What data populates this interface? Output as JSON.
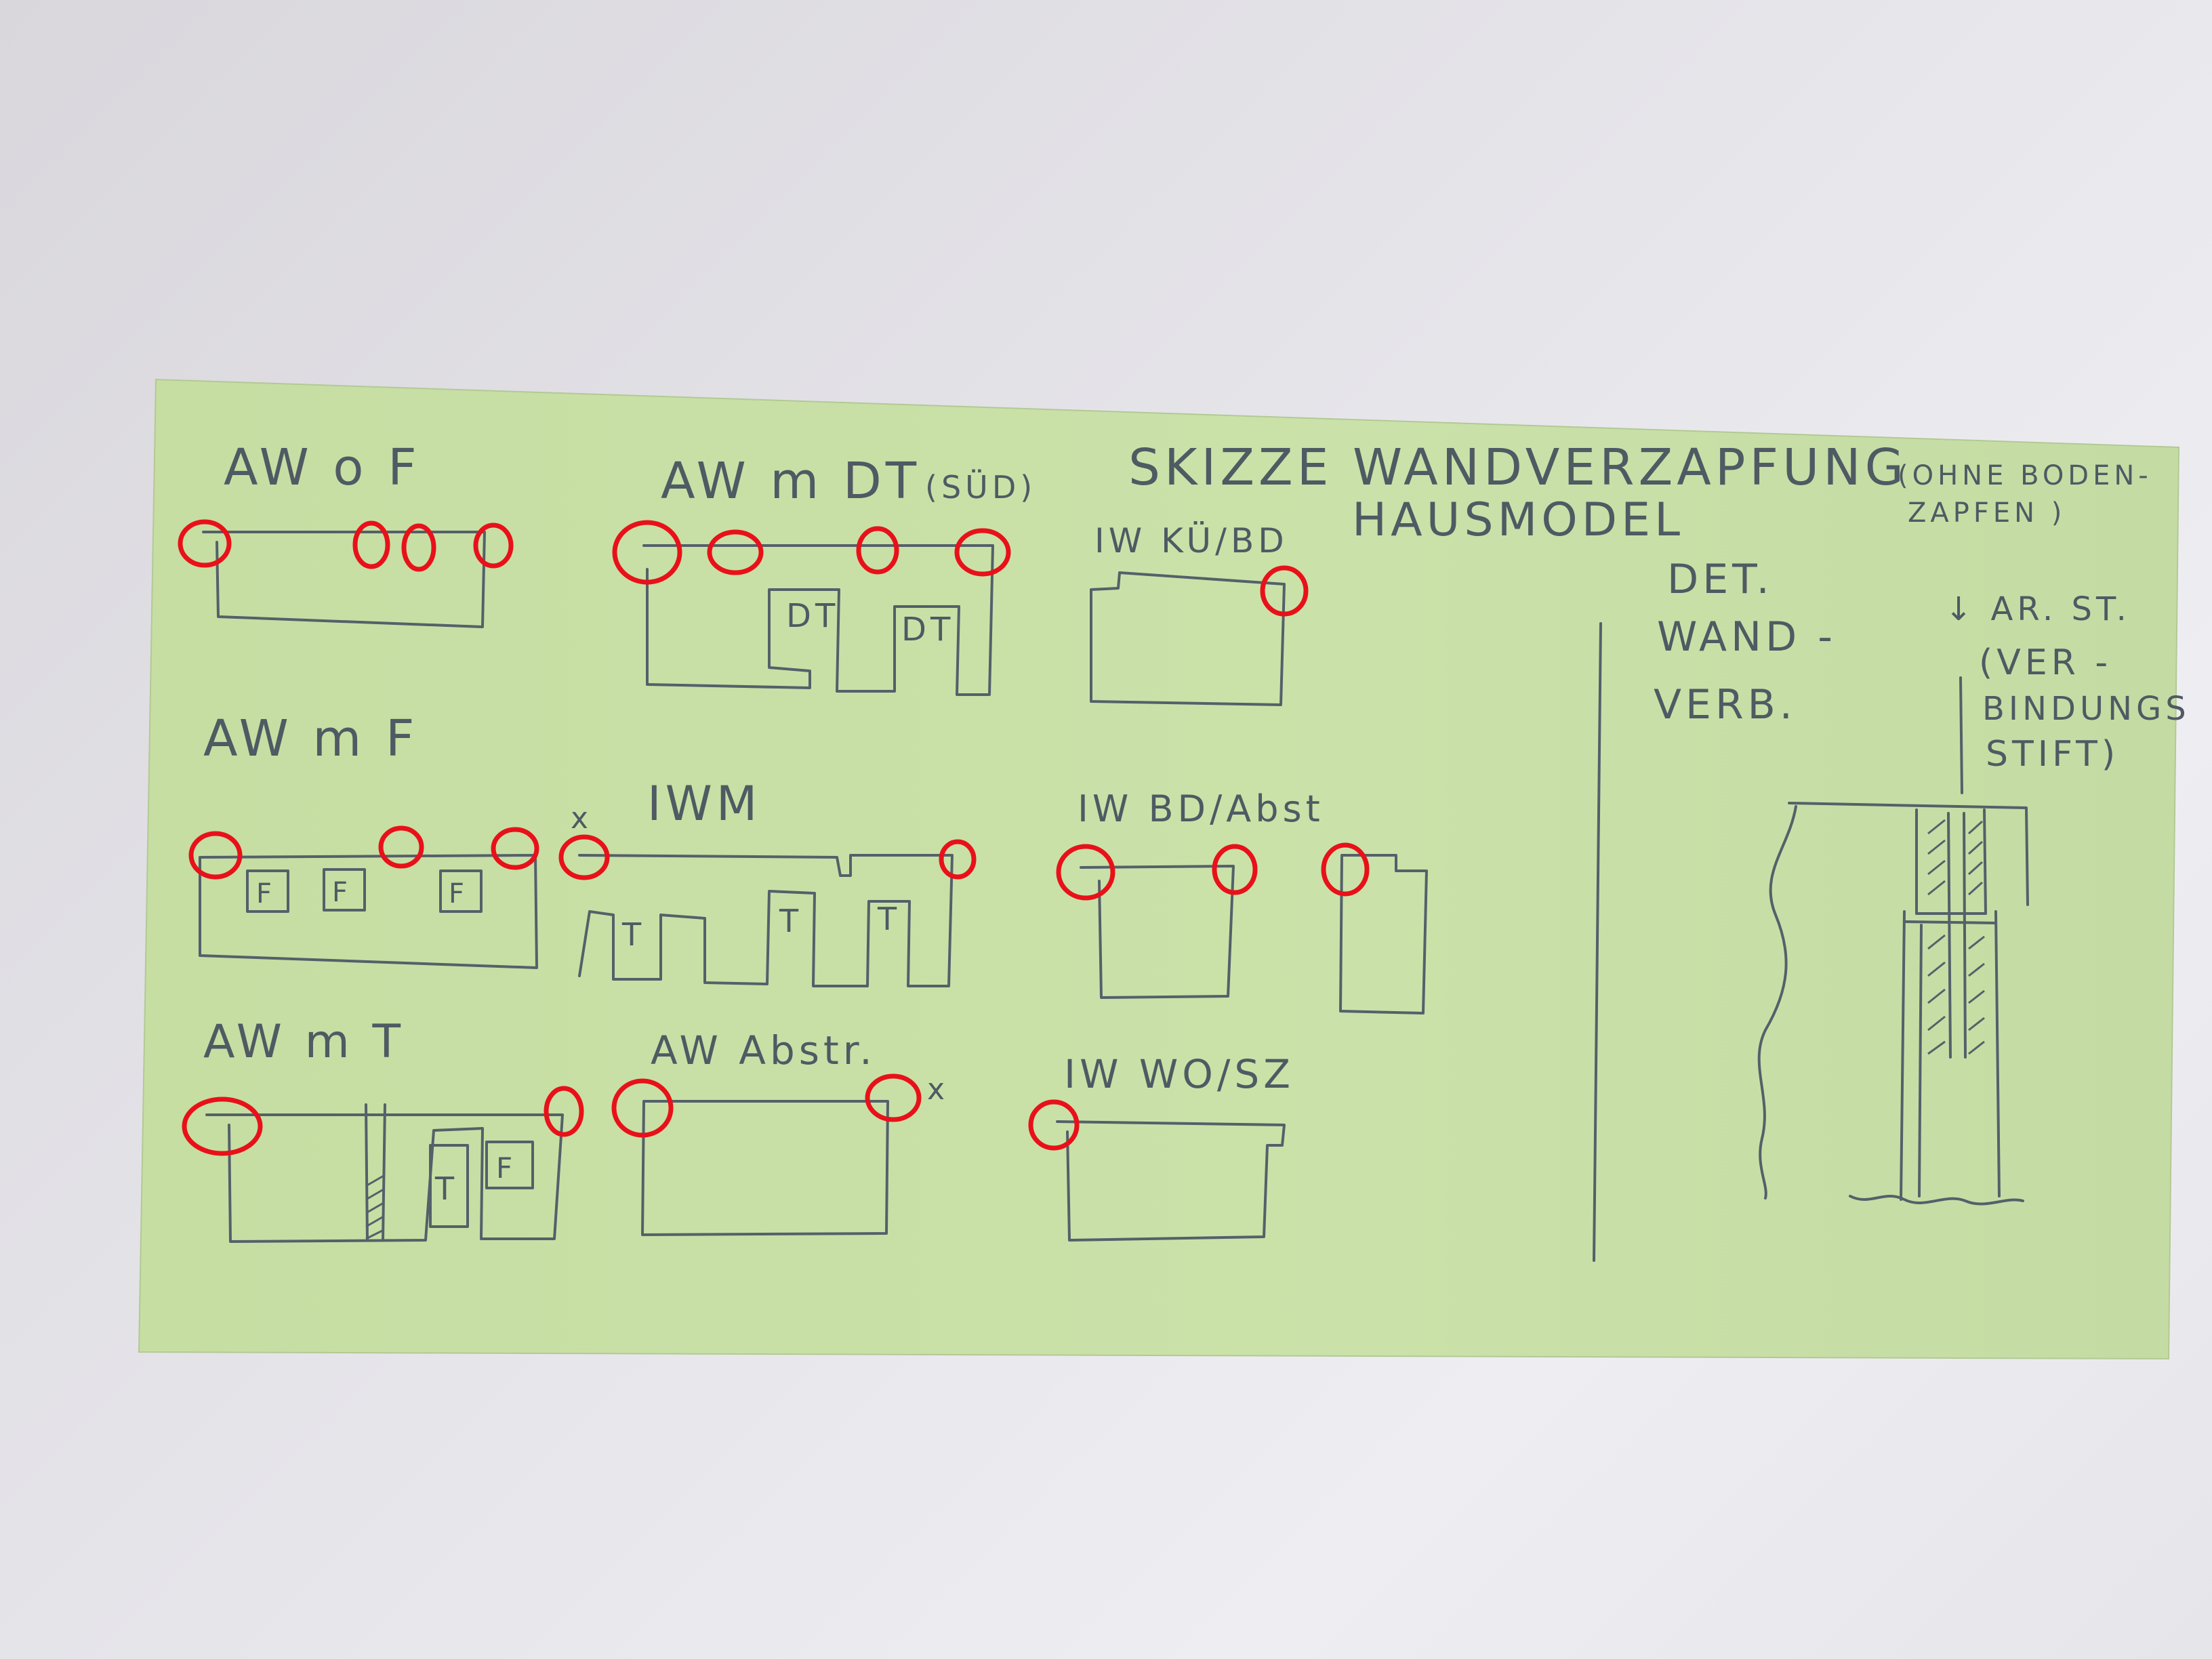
{
  "note": {
    "paper_color": "#c8e0a6",
    "pen_color": "#55606a",
    "marker_color": "#e8111a",
    "heading": {
      "line1": "SKIZZE WANDVERZAPFUNG",
      "aside1": "(OHNE BODEN-",
      "aside2": "ZAPFEN )",
      "line2": "HAUSMODEL"
    },
    "sketches": {
      "aw_of": "AW o F",
      "aw_dt": "AW m DT",
      "aw_dt_sub": "(SÜD)",
      "dt1": "DT",
      "dt2": "DT",
      "iw_ku": "IW KÜ/BD",
      "aw_mf": "AW m F",
      "f1": "F",
      "f2": "F",
      "f3": "F",
      "iwm": "IWM",
      "t1": "T",
      "t2": "T",
      "t3": "T",
      "iw_bd": "IW BD/Abst",
      "aw_mt": "AW m T",
      "t4": "T",
      "f4": "F",
      "aw_abstr": "AW Abstr.",
      "iw_wo": "IW WO/SZ",
      "cross1": "x",
      "cross2": "x"
    },
    "detail": {
      "line1": "DET.",
      "line2": "WAND -",
      "line3": "VERB.",
      "note1": "↓ AR. ST.",
      "note2": "(VER -",
      "note3": "BINDUNGS",
      "note4": "STIFT)"
    }
  }
}
